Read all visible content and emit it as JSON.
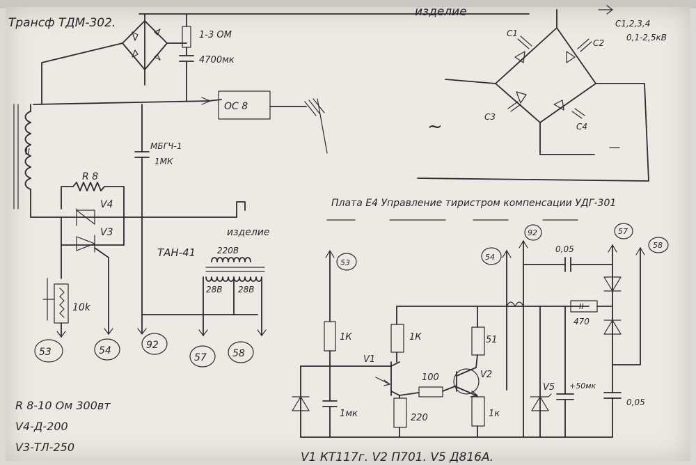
{
  "colors": {
    "ink": "#2b2a33",
    "paper": "#eeeae3",
    "background": "#dcdad4"
  },
  "top_left": {
    "transformer": "Трансф ТДМ-302.",
    "resistor": "1-3 ОМ",
    "capacitor": "4700мк",
    "relay": "ОС 8",
    "capacitor_mbgch": "МБГЧ-1",
    "capacitor_mbgch_value": "1МК",
    "r8": "R 8",
    "v4": "V4",
    "v3": "V3",
    "res_10k": "10k",
    "output_izdelie": "изделие",
    "tan": "ТАН-41",
    "tan_primary": "220В",
    "tan_sec_left": "28В",
    "tan_sec_right": "28В",
    "winding_mark": "II"
  },
  "top_right": {
    "izdelie": "изделие",
    "cap_list": "С1,2,3,4",
    "cap_value": "0,1-2,5кВ",
    "c1": "С1",
    "c2": "С2",
    "c3": "С3",
    "c4": "С4",
    "ac_symbol": "~"
  },
  "board_title": "Плата Е4   Управление тиристром компенсации   УДГ-301",
  "terminals": {
    "t53": "53",
    "t54": "54",
    "t92": "92",
    "t57": "57",
    "t58": "58"
  },
  "lower": {
    "r_1k_a": "1К",
    "cap_1mk": "1мк",
    "r_1k_b": "1К",
    "v1": "V1",
    "r_100": "100",
    "r_220": "220",
    "r_51": "51",
    "v2": "V2",
    "r_1k_c": "1к",
    "v5": "V5",
    "cap_50mk": "+50мк",
    "cap_005_top": "0,05",
    "r_470_mark": "II",
    "r_470": "470",
    "cap_005_right": "0,05"
  },
  "notes": {
    "line1": "R 8-10 Ом 300вт",
    "line2": "V4-Д-200",
    "line3": "V3-ТЛ-250",
    "bottom": "V1 КТ117г. V2 П701. V5 Д816А."
  }
}
